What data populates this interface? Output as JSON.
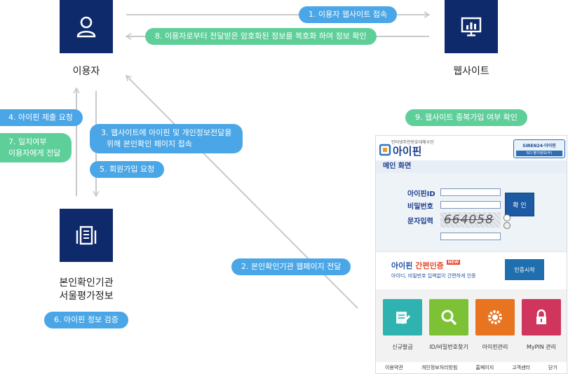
{
  "nodes": {
    "user_label": "이용자",
    "website_label": "웹사이트",
    "verifier_label_line1": "본인확인기관",
    "verifier_label_line2": "서울평가정보"
  },
  "steps": {
    "s1": "1. 이용자 웹사이트 접속",
    "s2": "2. 본인확인기관 웹페이지 전달",
    "s3_line1": "3. 웹사이트에 아이핀 및 개인정보전달을",
    "s3_line2": "위해 본인확인 페이지 접속",
    "s4": "4. 아이핀 제출 요청",
    "s5": "5. 회원가입 요청",
    "s6": "6. 아이핀 정보 검증",
    "s7_line1": "7. 일치여부",
    "s7_line2": "이용자에게 전달",
    "s8": "8. 이용자로부터 전달받은 암호화된 정보를 복호화 하여 정보 확인",
    "s9": "9. 웹사이트 중복가입 여부 확인"
  },
  "panel": {
    "tagline": "인터넷주민번호대체수단",
    "logo_text": "아이핀",
    "badge_top": "SIREN24·아이핀",
    "badge_bottom": "SCI 평가정보(주)",
    "sub_title": "메인 화면",
    "id_label": "아이핀ID",
    "pw_label": "비밀번호",
    "captcha_label": "문자입력",
    "captcha_text": "664058",
    "login_button": "확 인",
    "easy_title_prefix": "아이핀",
    "easy_title_suffix": " 간편인증",
    "new_badge": "NEW",
    "easy_desc": "아이디, 비밀번호 입력없이 간편하게 인증",
    "easy_button": "인증시작",
    "tiles": [
      "신규발급",
      "ID/비밀번호찾기",
      "아이핀관리",
      "MyPIN 관리"
    ],
    "footer": [
      "이용약관",
      "개인정보처리방침",
      "홈페이지",
      "고객센터",
      "닫기"
    ]
  },
  "colors": {
    "node_fill": "#0f2a6b",
    "pill_blue": "#4aa6e6",
    "pill_green": "#5fcf9a",
    "arrow": "#c9c9c9"
  }
}
